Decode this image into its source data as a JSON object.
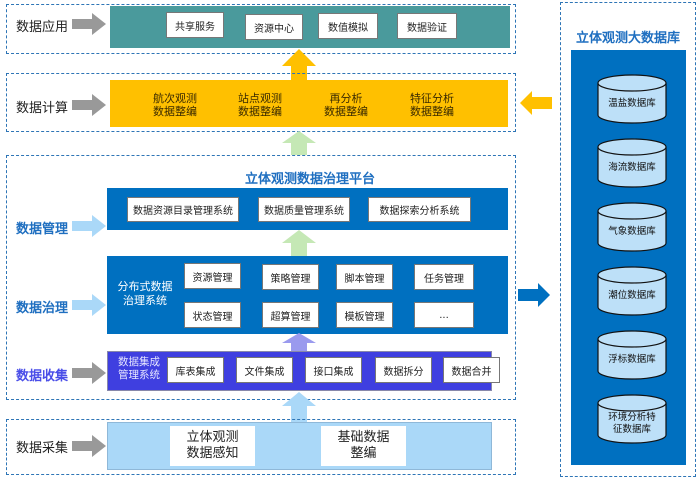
{
  "rows": {
    "application": {
      "label": "数据应用",
      "items": [
        "共享服务",
        "资源中心",
        "数值模拟",
        "数据验证"
      ]
    },
    "computation": {
      "label": "数据计算",
      "items": [
        {
          "line1": "航次观测",
          "line2": "数据整编"
        },
        {
          "line1": "站点观测",
          "line2": "数据整编"
        },
        {
          "line1": "再分析",
          "line2": "数据整编"
        },
        {
          "line1": "特征分析",
          "line2": "数据整编"
        }
      ]
    },
    "platform": {
      "title": "立体观测数据治理平台",
      "management": {
        "label": "数据管理",
        "items": [
          "数据资源目录管理系统",
          "数据质量管理系统",
          "数据探索分析系统"
        ]
      },
      "governance": {
        "label": "数据治理",
        "system_line1": "分布式数据",
        "system_line2": "治理系统",
        "items": [
          "资源管理",
          "策略管理",
          "脚本管理",
          "任务管理",
          "状态管理",
          "超算管理",
          "模板管理",
          "..."
        ]
      },
      "collection": {
        "label": "数据收集",
        "system_line1": "数据集成",
        "system_line2": "管理系统",
        "items": [
          "库表集成",
          "文件集成",
          "接口集成",
          "数据拆分",
          "数据合并"
        ]
      }
    },
    "acquisition": {
      "label": "数据采集",
      "items": [
        {
          "line1": "立体观测",
          "line2": "数据感知"
        },
        {
          "line1": "基础数据",
          "line2": "整编"
        }
      ]
    }
  },
  "database": {
    "title": "立体观测大数据库",
    "items": [
      {
        "line1": "温盐数据库",
        "line2": ""
      },
      {
        "line1": "海流数据库",
        "line2": ""
      },
      {
        "line1": "气象数据库",
        "line2": ""
      },
      {
        "line1": "潮位数据库",
        "line2": ""
      },
      {
        "line1": "浮标数据库",
        "line2": ""
      },
      {
        "line1": "环境分析特",
        "line2": "征数据库"
      }
    ]
  },
  "colors": {
    "teal": "#4a9a9c",
    "yellow": "#ffc000",
    "blue": "#0070c0",
    "indigo": "#3f3fe0",
    "light_blue": "#aad8f8",
    "dash": "#2e75b6"
  }
}
